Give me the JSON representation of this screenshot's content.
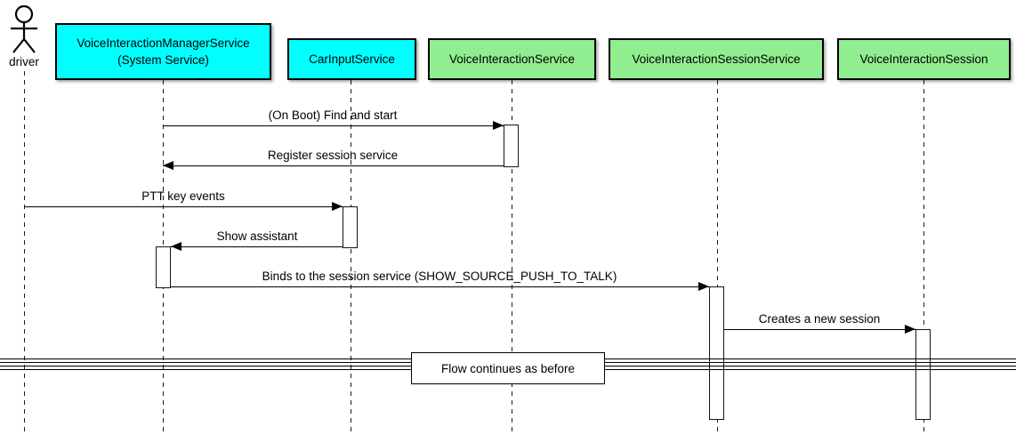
{
  "actor": {
    "name": "driver"
  },
  "participants": [
    {
      "name": "VoiceInteractionManagerService",
      "subtitle": "(System Service)",
      "fill": "#00FFFF"
    },
    {
      "name": "CarInputService",
      "fill": "#00FFFF"
    },
    {
      "name": "VoiceInteractionService",
      "fill": "#90EE90"
    },
    {
      "name": "VoiceInteractionSessionService",
      "fill": "#90EE90"
    },
    {
      "name": "VoiceInteractionSession",
      "fill": "#90EE90"
    }
  ],
  "messages": [
    {
      "label": "(On Boot) Find and start",
      "from": "VoiceInteractionManagerService",
      "to": "VoiceInteractionService",
      "direction": "right"
    },
    {
      "label": "Register session service",
      "from": "VoiceInteractionService",
      "to": "VoiceInteractionManagerService",
      "direction": "left"
    },
    {
      "label": "PTT key events",
      "from": "driver",
      "to": "CarInputService",
      "direction": "right"
    },
    {
      "label": "Show assistant",
      "from": "CarInputService",
      "to": "VoiceInteractionManagerService",
      "direction": "left"
    },
    {
      "label": "Binds to the session service (SHOW_SOURCE_PUSH_TO_TALK)",
      "from": "VoiceInteractionManagerService",
      "to": "VoiceInteractionSessionService",
      "direction": "right"
    },
    {
      "label": "Creates a new session",
      "from": "VoiceInteractionSessionService",
      "to": "VoiceInteractionSession",
      "direction": "right"
    }
  ],
  "divider": {
    "label": "Flow continues as before"
  },
  "colors": {
    "participant_cyan": "#00FFFF",
    "participant_green": "#90EE90",
    "line": "#000000",
    "background": "#FFFFFF"
  }
}
